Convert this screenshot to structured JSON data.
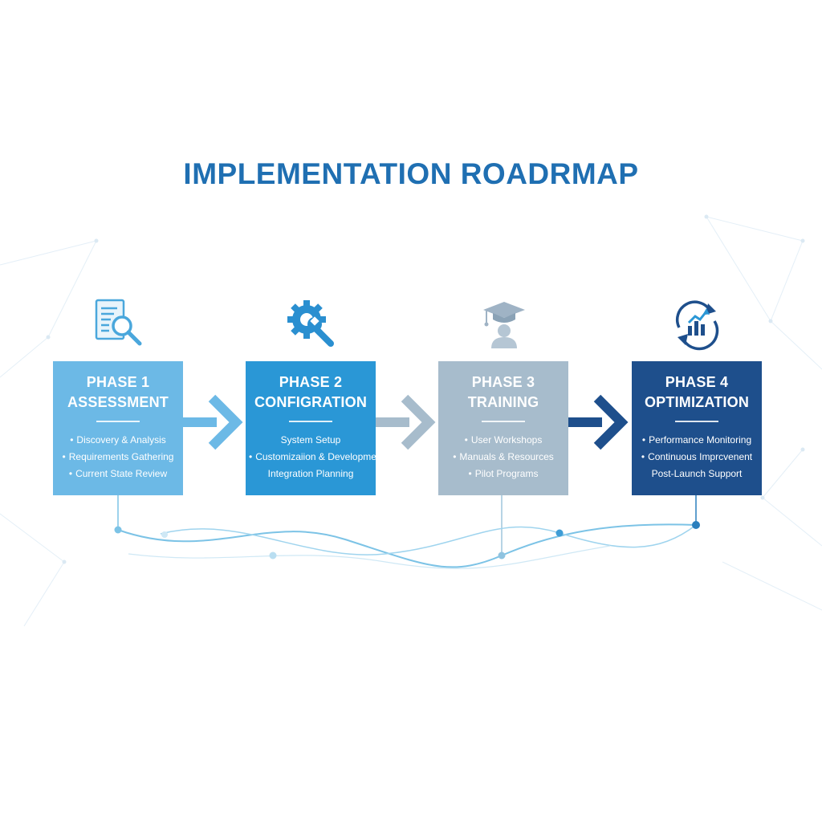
{
  "title": "IMPLEMENTATION ROADRMAP",
  "colors": {
    "title": "#1f6fb2",
    "phase1": "#6cb9e6",
    "phase2": "#2a97d6",
    "phase3": "#a7bccc",
    "phase4": "#1e4f8c",
    "timeline": "#7cc3e6"
  },
  "phases": [
    {
      "number": "PHASE 1",
      "name": "ASSESSMENT",
      "icon": "document-search-icon",
      "items": [
        "Discovery & Analysis",
        "Requirements Gathering",
        "Current State Review"
      ],
      "bulleted": [
        true,
        true,
        true
      ]
    },
    {
      "number": "PHASE 2",
      "name": "CONFIGRATION",
      "icon": "gear-wrench-icon",
      "items": [
        "System Setup",
        "Customizaiion & Development",
        "Integration Planning"
      ],
      "bulleted": [
        false,
        true,
        false
      ]
    },
    {
      "number": "PHASE 3",
      "name": "TRAINING",
      "icon": "graduate-user-icon",
      "items": [
        "User Workshops",
        "Manuals & Resources",
        "Pilot Programs"
      ],
      "bulleted": [
        true,
        true,
        true
      ]
    },
    {
      "number": "PHASE 4",
      "name": "OPTIMIZATION",
      "icon": "chart-refresh-icon",
      "items": [
        "Performance Monitoring",
        "Continuous Imprcvenent",
        "Post-Launch Support"
      ],
      "bulleted": [
        true,
        true,
        false
      ]
    }
  ]
}
